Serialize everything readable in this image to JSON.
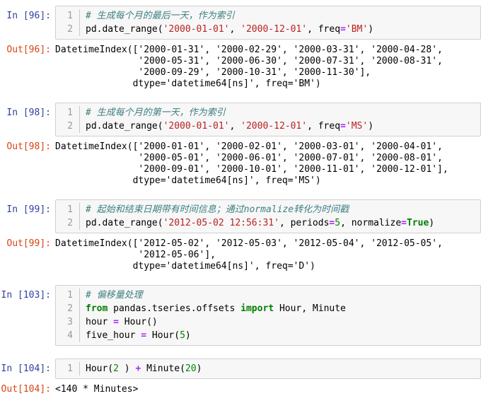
{
  "app": "jupyter-notebook",
  "colors": {
    "in_prompt": "#303F9F",
    "out_prompt": "#D84315",
    "comment": "#408080",
    "string": "#BA2121",
    "keyword": "#008000",
    "number": "#008800",
    "operator": "#AA22FF",
    "cell_background": "#F7F7F7",
    "cell_border": "#CFCFCF"
  },
  "cells": [
    {
      "in_prompt": "In [96]:",
      "out_prompt": "Out[96]:",
      "code_lines": [
        [
          {
            "cls": "cm",
            "t": "# 生成每个月的最后一天，作为索引"
          }
        ],
        [
          {
            "cls": "p",
            "t": "pd.date_range("
          },
          {
            "cls": "s",
            "t": "'2000-01-01'"
          },
          {
            "cls": "p",
            "t": ", "
          },
          {
            "cls": "s",
            "t": "'2000-12-01'"
          },
          {
            "cls": "p",
            "t": ", freq"
          },
          {
            "cls": "o",
            "t": "="
          },
          {
            "cls": "s",
            "t": "'BM'"
          },
          {
            "cls": "p",
            "t": ")"
          }
        ]
      ],
      "output": "DatetimeIndex(['2000-01-31', '2000-02-29', '2000-03-31', '2000-04-28',\n               '2000-05-31', '2000-06-30', '2000-07-31', '2000-08-31',\n               '2000-09-29', '2000-10-31', '2000-11-30'],\n              dtype='datetime64[ns]', freq='BM')"
    },
    {
      "in_prompt": "In [98]:",
      "out_prompt": "Out[98]:",
      "code_lines": [
        [
          {
            "cls": "cm",
            "t": "# 生成每个月的第一天，作为索引"
          }
        ],
        [
          {
            "cls": "p",
            "t": "pd.date_range("
          },
          {
            "cls": "s",
            "t": "'2000-01-01'"
          },
          {
            "cls": "p",
            "t": ", "
          },
          {
            "cls": "s",
            "t": "'2000-12-01'"
          },
          {
            "cls": "p",
            "t": ", freq"
          },
          {
            "cls": "o",
            "t": "="
          },
          {
            "cls": "s",
            "t": "'MS'"
          },
          {
            "cls": "p",
            "t": ")"
          }
        ]
      ],
      "output": "DatetimeIndex(['2000-01-01', '2000-02-01', '2000-03-01', '2000-04-01',\n               '2000-05-01', '2000-06-01', '2000-07-01', '2000-08-01',\n               '2000-09-01', '2000-10-01', '2000-11-01', '2000-12-01'],\n              dtype='datetime64[ns]', freq='MS')"
    },
    {
      "in_prompt": "In [99]:",
      "out_prompt": "Out[99]:",
      "code_lines": [
        [
          {
            "cls": "cm",
            "t": "# 起始和结束日期带有时间信息；通过normalize转化为时间戳"
          }
        ],
        [
          {
            "cls": "p",
            "t": "pd.date_range("
          },
          {
            "cls": "s",
            "t": "'2012-05-02 12:56:31'"
          },
          {
            "cls": "p",
            "t": ", periods"
          },
          {
            "cls": "o",
            "t": "="
          },
          {
            "cls": "n",
            "t": "5"
          },
          {
            "cls": "p",
            "t": ", normalize"
          },
          {
            "cls": "o",
            "t": "="
          },
          {
            "cls": "k",
            "t": "True"
          },
          {
            "cls": "p",
            "t": ")"
          }
        ]
      ],
      "output": "DatetimeIndex(['2012-05-02', '2012-05-03', '2012-05-04', '2012-05-05',\n               '2012-05-06'],\n              dtype='datetime64[ns]', freq='D')"
    },
    {
      "in_prompt": "In [103]:",
      "out_prompt": "",
      "code_lines": [
        [
          {
            "cls": "cm",
            "t": "# 偏移量处理"
          }
        ],
        [
          {
            "cls": "k",
            "t": "from"
          },
          {
            "cls": "p",
            "t": " pandas.tseries.offsets "
          },
          {
            "cls": "k",
            "t": "import"
          },
          {
            "cls": "p",
            "t": " Hour, Minute"
          }
        ],
        [
          {
            "cls": "p",
            "t": "hour "
          },
          {
            "cls": "o",
            "t": "="
          },
          {
            "cls": "p",
            "t": " Hour()"
          }
        ],
        [
          {
            "cls": "p",
            "t": "five_hour "
          },
          {
            "cls": "o",
            "t": "="
          },
          {
            "cls": "p",
            "t": " Hour("
          },
          {
            "cls": "n",
            "t": "5"
          },
          {
            "cls": "p",
            "t": ")"
          }
        ]
      ],
      "output": ""
    },
    {
      "in_prompt": "In [104]:",
      "out_prompt": "Out[104]:",
      "code_lines": [
        [
          {
            "cls": "p",
            "t": "Hour("
          },
          {
            "cls": "n",
            "t": "2"
          },
          {
            "cls": "p",
            "t": " ) "
          },
          {
            "cls": "o",
            "t": "+"
          },
          {
            "cls": "p",
            "t": " Minute("
          },
          {
            "cls": "n",
            "t": "20"
          },
          {
            "cls": "p",
            "t": ")"
          }
        ]
      ],
      "output": "<140 * Minutes>"
    }
  ]
}
